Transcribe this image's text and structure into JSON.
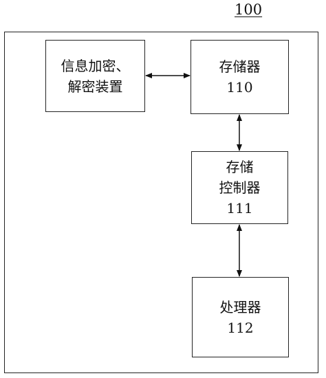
{
  "figure_number": "100",
  "blocks": {
    "encrypt_device": {
      "line1": "信息加密、",
      "line2": "解密装置"
    },
    "memory": {
      "line1": "存储器",
      "line2": "110"
    },
    "memory_controller": {
      "line1": "存储",
      "line2": "控制器",
      "line3": "111"
    },
    "processor": {
      "line1": "处理器",
      "line2": "112"
    }
  },
  "connections": [
    {
      "from": "encrypt_device",
      "to": "memory",
      "type": "bidirectional"
    },
    {
      "from": "memory",
      "to": "memory_controller",
      "type": "bidirectional"
    },
    {
      "from": "memory_controller",
      "to": "processor",
      "type": "bidirectional"
    }
  ]
}
